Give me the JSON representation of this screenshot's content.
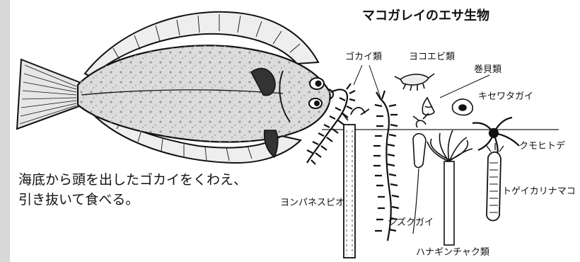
{
  "title": "マコガレイのエサ生物",
  "caption_line1": "海底から頭を出したゴカイをくわえ、",
  "caption_line2": "引き抜いて食べる。",
  "labels": {
    "gokai": "ゴカイ類",
    "yokoebi": "ヨコエビ類",
    "makigai": "巻貝類",
    "kisewatagai": "キセワタガイ",
    "kumohitode": "クモヒトデ",
    "togeikarinamako": "トゲイカリナマコ",
    "yonpanesupio": "ヨンパネスピオ",
    "shizukugai": "シズクガイ",
    "hanaginchaku": "ハナギンチャク類"
  },
  "colors": {
    "ink": "#111111",
    "paper": "#ffffff",
    "shade": "#cfcfcf",
    "sidebar": "#d8d8d8"
  }
}
